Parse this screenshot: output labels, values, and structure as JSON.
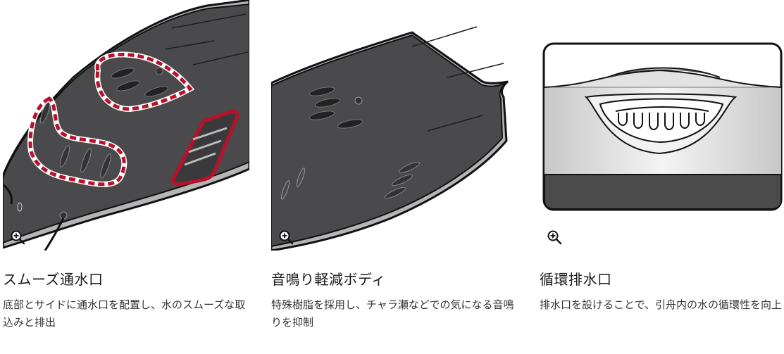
{
  "colors": {
    "board_dark": "#4a4a4c",
    "board_edge": "#9b9b9b",
    "highlight_red": "#b8112b",
    "text_primary": "#1a1a1a",
    "text_secondary": "#333333"
  },
  "features": [
    {
      "title": "スムーズ通水口",
      "description": "底部とサイドに通水口を配置し、水のスムーズな取込みと排出",
      "zoom_icon": "zoom-in-icon"
    },
    {
      "title": "音鳴り軽減ボディ",
      "description": "特殊樹脂を採用し、チャラ瀬などでの気になる音鳴りを抑制",
      "zoom_icon": "zoom-in-icon"
    },
    {
      "title": "循環排水口",
      "description": "排水口を設けることで、引舟内の水の循環性を向上",
      "zoom_icon": "zoom-in-icon"
    }
  ]
}
